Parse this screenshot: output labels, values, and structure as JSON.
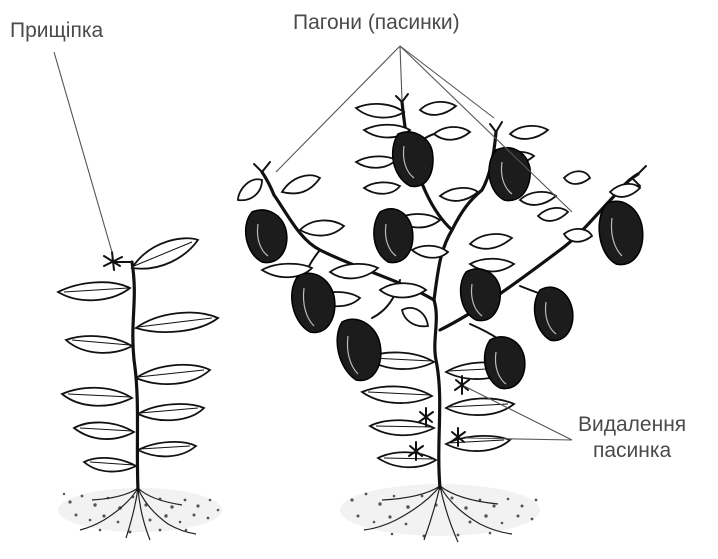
{
  "labels": {
    "pinch": "Прищіпка",
    "shoots": "Пагони (пасинки)",
    "removal_line1": "Видалення",
    "removal_line2": "пасинка"
  },
  "colors": {
    "ink": "#111111",
    "label_text": "#4a4a4a",
    "leader_line": "#555555",
    "background": "#ffffff"
  }
}
